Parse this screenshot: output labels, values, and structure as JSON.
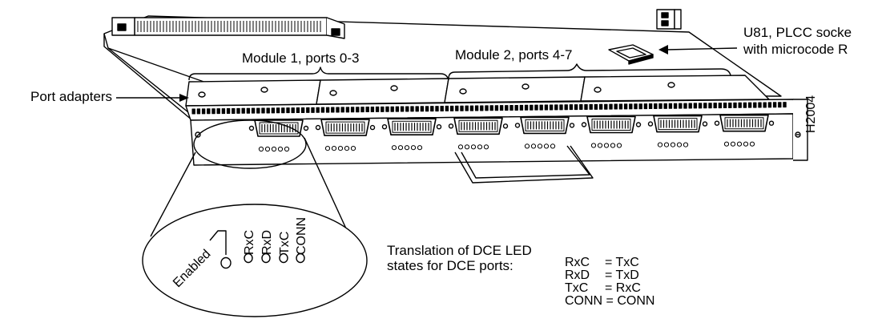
{
  "labels": {
    "module1": "Module 1, ports 0-3",
    "module2": "Module 2, ports 4-7",
    "socket_line1": "U81, PLCC socke",
    "socket_line2": "with microcode R",
    "port_adapters": "Port adapters",
    "figure_id": "H2004"
  },
  "inset": {
    "enabled": "Enabled",
    "leds": [
      "RxC",
      "RxD",
      "TxC",
      "CONN"
    ]
  },
  "translation": {
    "title_line1": "Translation of DCE LED",
    "title_line2": "states for DCE ports:",
    "rows": [
      {
        "key": "RxC",
        "eq": "= TxC"
      },
      {
        "key": "RxD",
        "eq": "= TxD"
      },
      {
        "key": "TxC",
        "eq": "= RxC"
      },
      {
        "key": "",
        "eq": "CONN = CONN"
      }
    ]
  },
  "ports": {
    "count": 8,
    "leds_per_port": 5
  },
  "colors": {
    "line": "#000000",
    "background": "#ffffff"
  }
}
